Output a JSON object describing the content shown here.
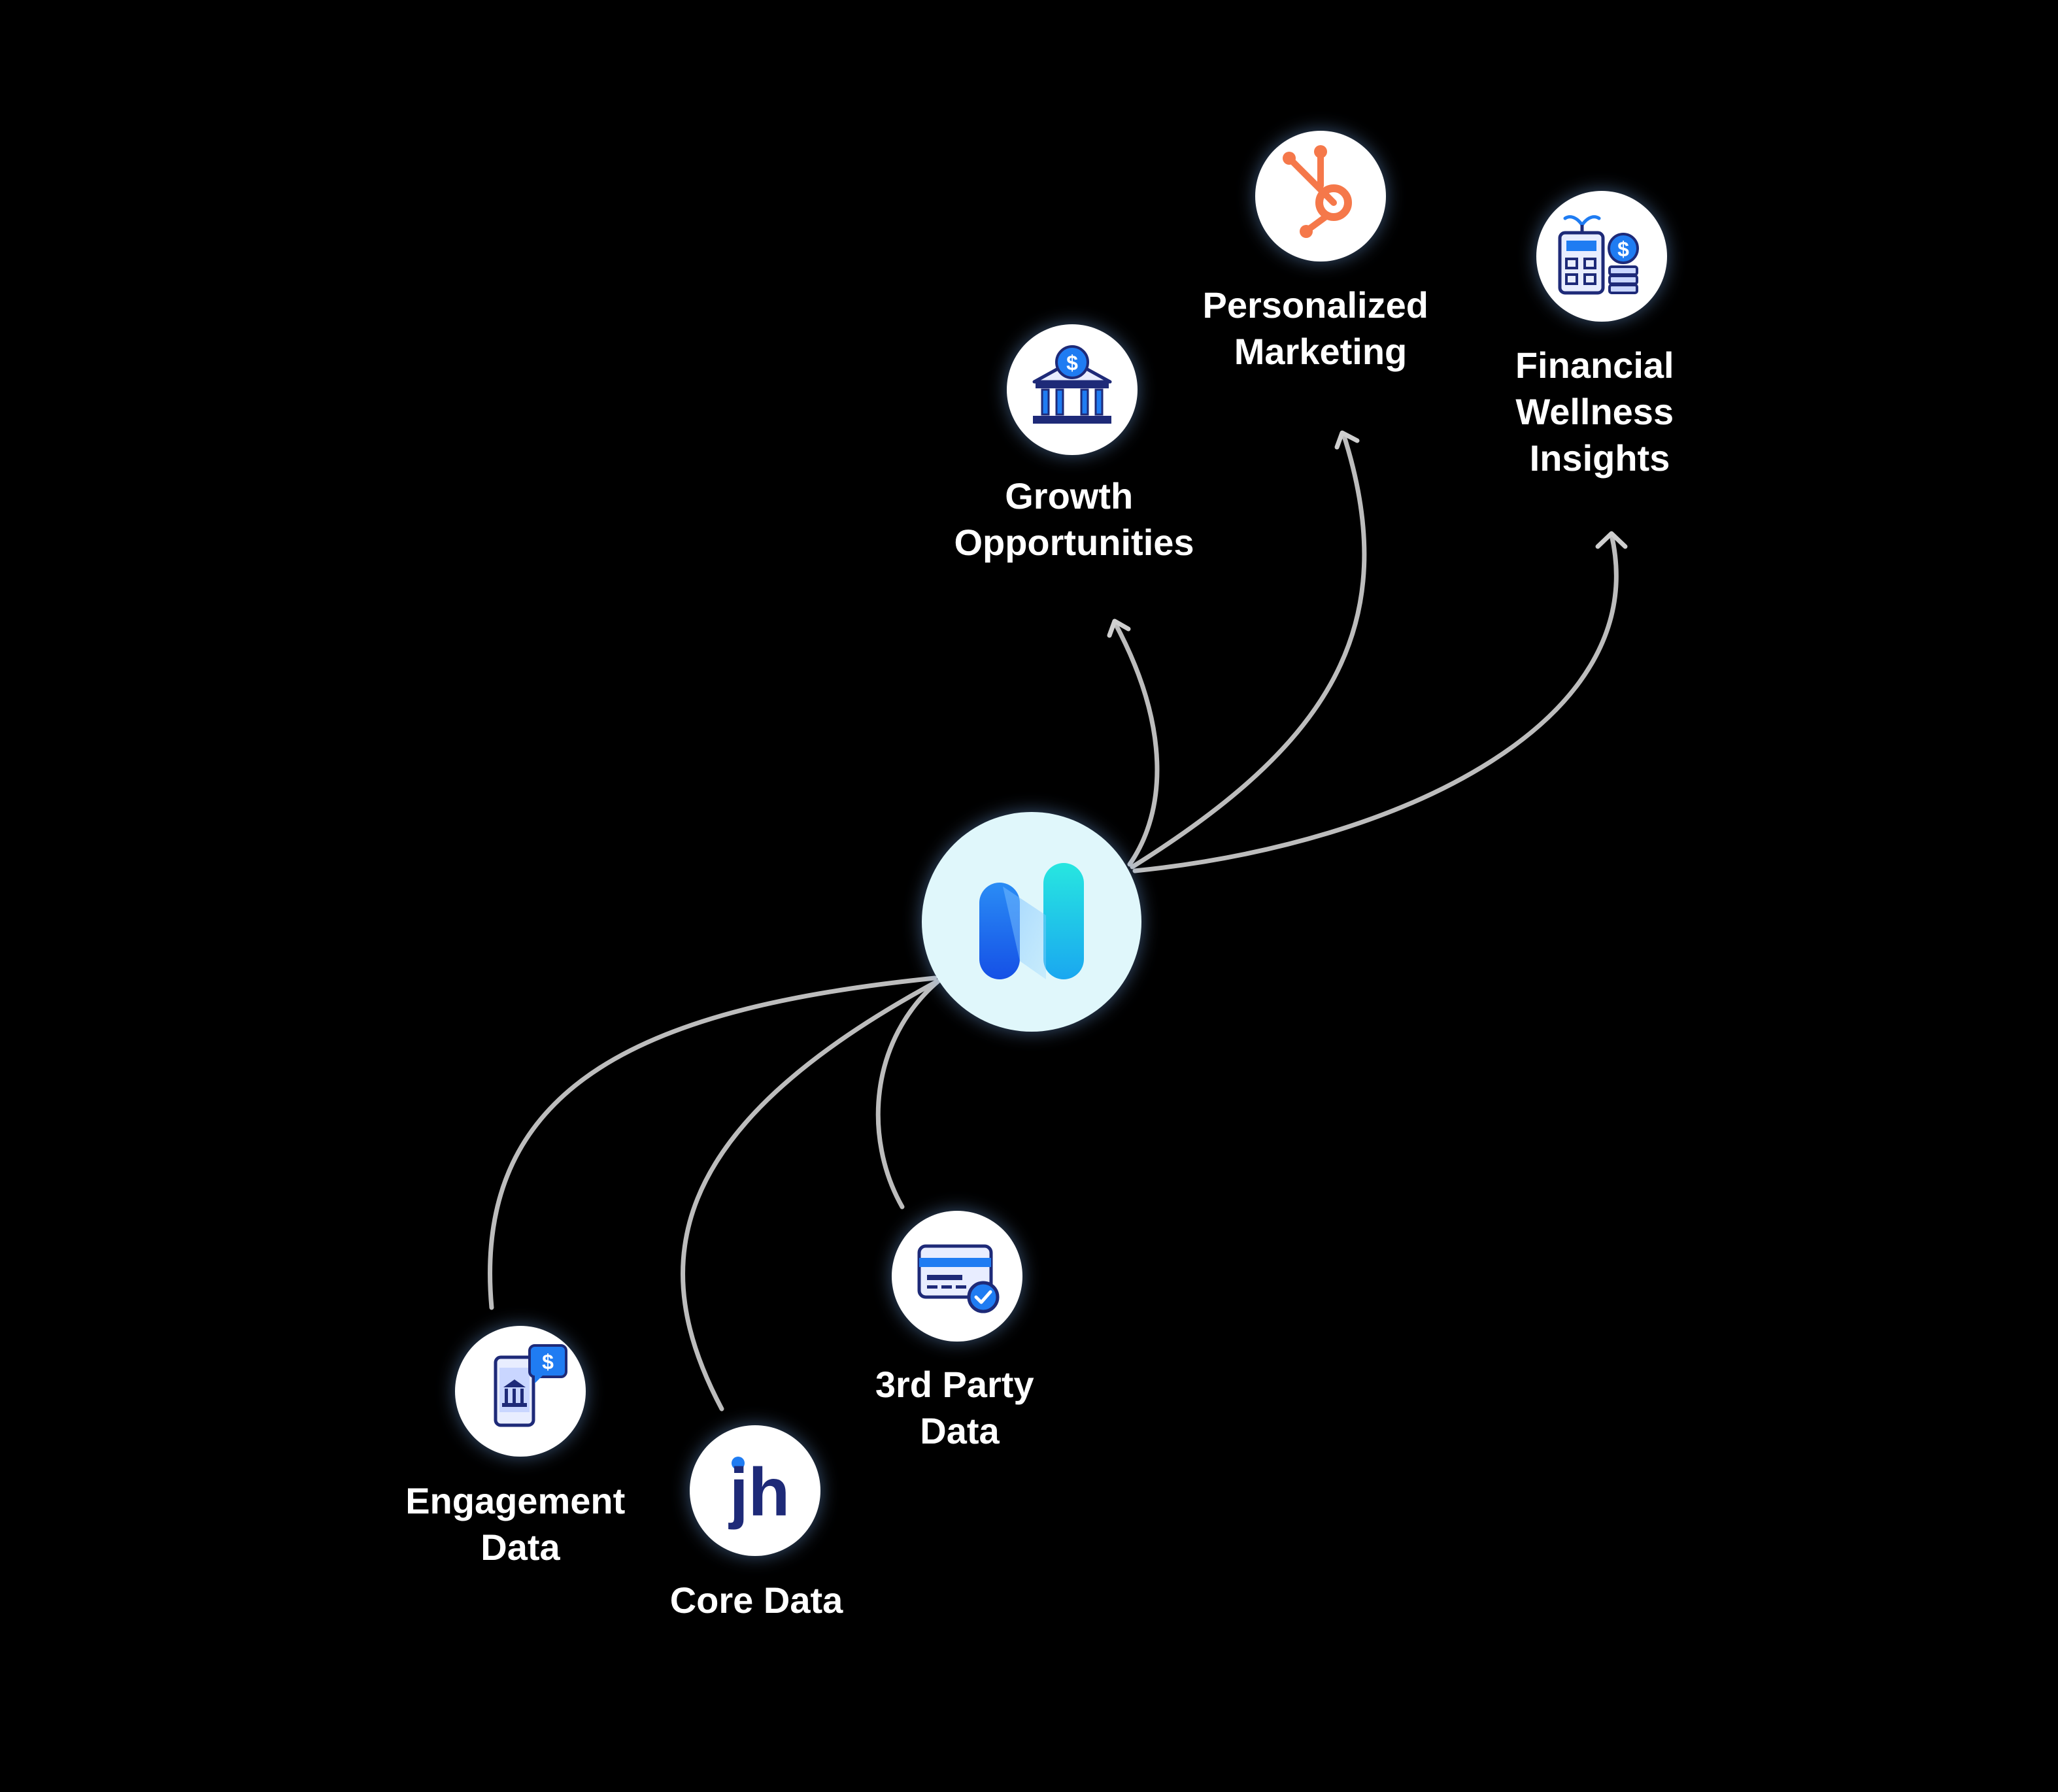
{
  "hub": {
    "icon": "n-logo-icon"
  },
  "inputs": [
    {
      "id": "engagement",
      "label_lines": [
        "Engagement",
        "Data"
      ],
      "icon": "mobile-banking-icon"
    },
    {
      "id": "core",
      "label_lines": [
        "Core Data"
      ],
      "icon": "jh-logo-icon",
      "icon_text": "jh"
    },
    {
      "id": "third-party",
      "label_lines": [
        "3rd Party",
        "Data"
      ],
      "icon": "credit-card-check-icon"
    }
  ],
  "outputs": [
    {
      "id": "growth",
      "label_lines": [
        "Growth",
        "Opportunities"
      ],
      "icon": "bank-dollar-icon"
    },
    {
      "id": "marketing",
      "label_lines": [
        "Personalized",
        "Marketing"
      ],
      "icon": "hubspot-icon"
    },
    {
      "id": "financial",
      "label_lines": [
        "Financial",
        "Wellness",
        "Insights"
      ],
      "icon": "calculator-coins-icon"
    }
  ],
  "colors": {
    "background": "#000000",
    "connector": "#bdbdbd",
    "node_fill": "#ffffff",
    "hub_fill": "#e0f7fb",
    "icon_navy": "#1e2a78",
    "icon_blue": "#1f7cf2",
    "hubspot_orange": "#f5784a"
  }
}
